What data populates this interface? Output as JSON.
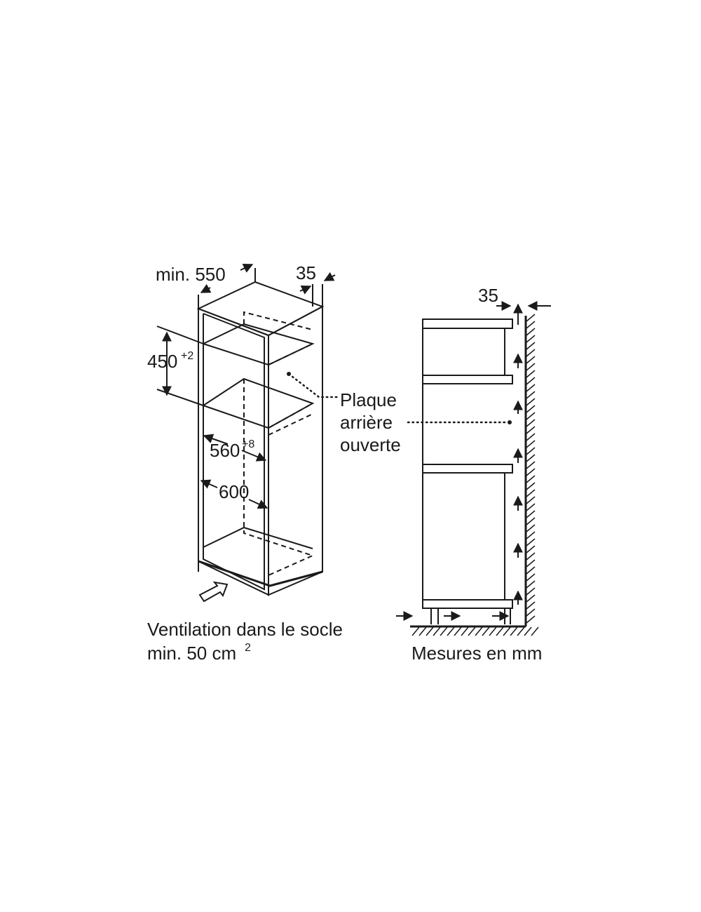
{
  "left_diagram": {
    "width_label": "min. 550",
    "side_gap_label": "35",
    "height_label": "450",
    "height_tolerance": "+2",
    "inner_depth_label": "560",
    "inner_depth_tolerance": "+8",
    "depth_label": "600",
    "ventilation_line1": "Ventilation dans le socle",
    "ventilation_line2": "min. 50 cm",
    "ventilation_exponent": "2"
  },
  "center_callout": {
    "line1": "Plaque",
    "line2": "arrière",
    "line3": "ouverte"
  },
  "right_diagram": {
    "wall_gap_label": "35",
    "units_caption": "Mesures en mm"
  }
}
